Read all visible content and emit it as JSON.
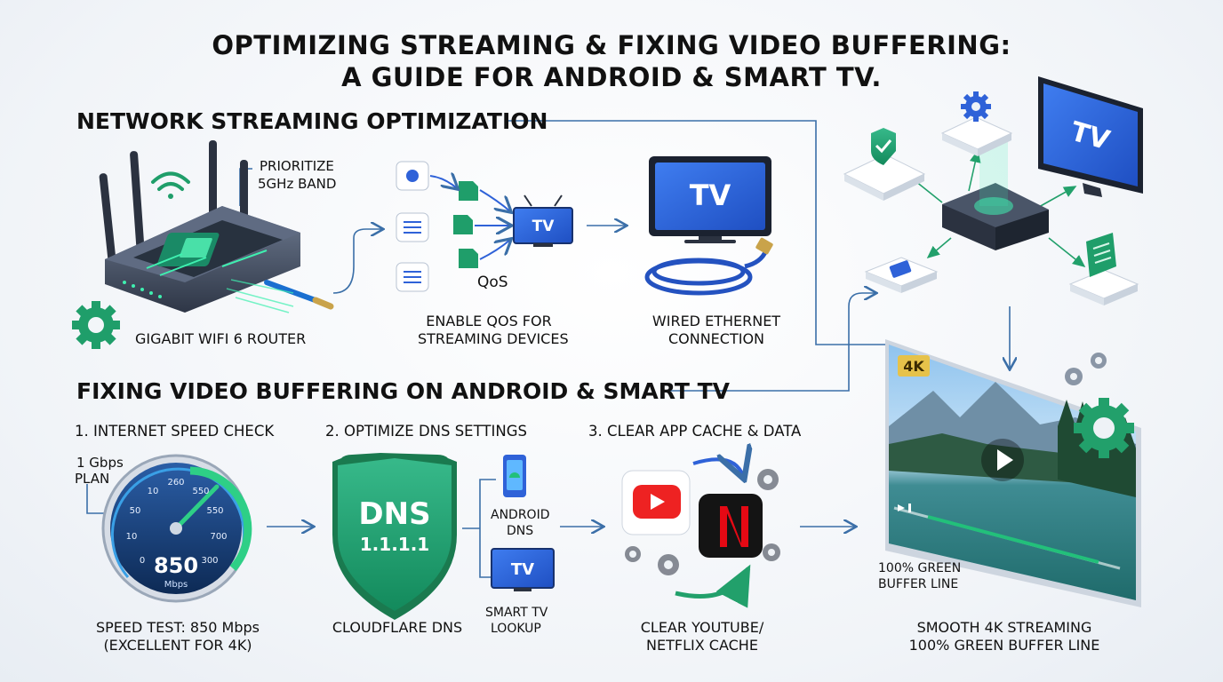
{
  "title": {
    "line1": "OPTIMIZING STREAMING & FIXING VIDEO BUFFERING:",
    "line2": "A GUIDE FOR ANDROID & SMART TV."
  },
  "network": {
    "heading": "NETWORK STREAMING OPTIMIZATION",
    "router_caption": "GIGABIT WIFI 6 ROUTER",
    "band_label_1": "PRIORITIZE",
    "band_label_2": "5GHz BAND",
    "qos_label": "QoS",
    "qos_tv": "TV",
    "qos_caption_1": "ENABLE QOS FOR",
    "qos_caption_2": "STREAMING DEVICES",
    "ethernet_tv": "TV",
    "ethernet_caption_1": "WIRED ETHERNET",
    "ethernet_caption_2": "CONNECTION",
    "hub_tv": "TV"
  },
  "buffering": {
    "heading": "FIXING VIDEO BUFFERING ON ANDROID & SMART TV",
    "step1": {
      "title": "1. INTERNET SPEED CHECK",
      "plan_1": "1 Gbps",
      "plan_2": "PLAN",
      "ticks": [
        "0",
        "10",
        "50",
        "10",
        "260",
        "550",
        "550",
        "700",
        "300"
      ],
      "reading": "850",
      "unit": "Mbps",
      "caption_1": "SPEED TEST: 850 Mbps",
      "caption_2": "(EXCELLENT FOR 4K)"
    },
    "step2": {
      "title": "2. OPTIMIZE DNS SETTINGS",
      "shield_1": "DNS",
      "shield_2": "1.1.1.1",
      "android_1": "ANDROID",
      "android_2": "DNS",
      "tv_icon": "TV",
      "smarttv_1": "SMART TV",
      "smarttv_2": "LOOKUP",
      "caption": "CLOUDFLARE DNS"
    },
    "step3": {
      "title": "3. CLEAR APP CACHE & DATA",
      "caption_1": "CLEAR YOUTUBE/",
      "caption_2": "NETFLIX CACHE"
    },
    "result": {
      "badge": "4K",
      "buffer_1": "100% GREEN",
      "buffer_2": "BUFFER LINE",
      "caption_1": "SMOOTH 4K STREAMING",
      "caption_2": "100% GREEN BUFFER LINE",
      "buffer_progress": 0.97
    }
  },
  "colors": {
    "accent_blue": "#2f62d8",
    "accent_green": "#1f9e6a",
    "line_blue": "#3b6fa8"
  }
}
